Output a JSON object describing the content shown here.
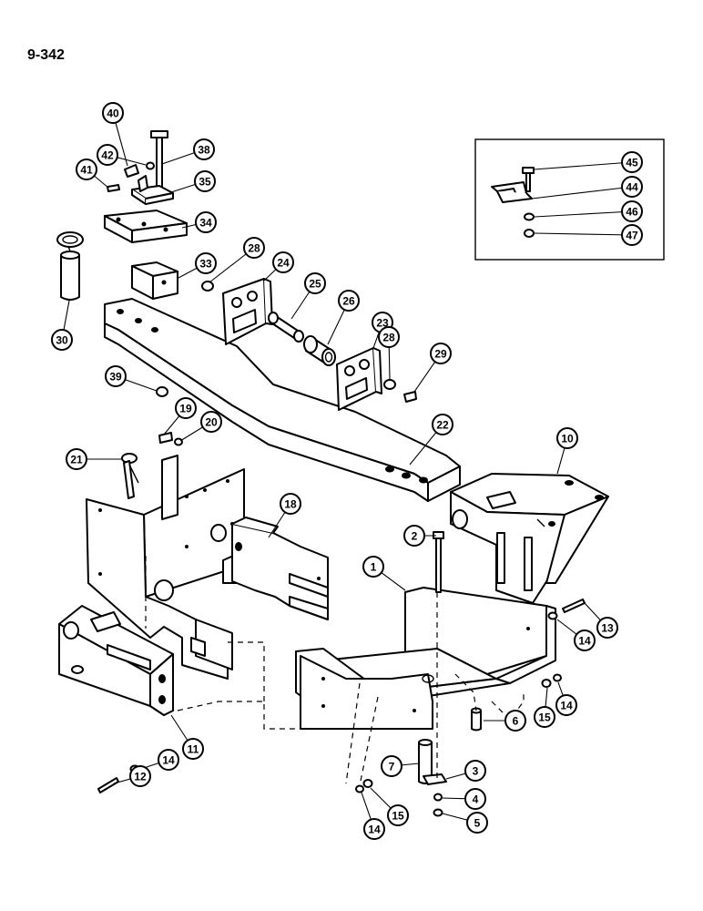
{
  "page_number": "9-342",
  "callouts": [
    {
      "label": "40"
    },
    {
      "label": "42"
    },
    {
      "label": "38"
    },
    {
      "label": "41"
    },
    {
      "label": "35"
    },
    {
      "label": "34"
    },
    {
      "label": "33"
    },
    {
      "label": "28"
    },
    {
      "label": "24"
    },
    {
      "label": "25"
    },
    {
      "label": "26"
    },
    {
      "label": "23"
    },
    {
      "label": "28"
    },
    {
      "label": "29"
    },
    {
      "label": "30"
    },
    {
      "label": "39"
    },
    {
      "label": "19"
    },
    {
      "label": "20"
    },
    {
      "label": "21"
    },
    {
      "label": "22"
    },
    {
      "label": "10"
    },
    {
      "label": "18"
    },
    {
      "label": "2"
    },
    {
      "label": "1"
    },
    {
      "label": "13"
    },
    {
      "label": "14"
    },
    {
      "label": "14"
    },
    {
      "label": "15"
    },
    {
      "label": "6"
    },
    {
      "label": "11"
    },
    {
      "label": "12"
    },
    {
      "label": "14"
    },
    {
      "label": "7"
    },
    {
      "label": "3"
    },
    {
      "label": "4"
    },
    {
      "label": "5"
    },
    {
      "label": "14"
    },
    {
      "label": "15"
    },
    {
      "label": "45"
    },
    {
      "label": "44"
    },
    {
      "label": "46"
    },
    {
      "label": "47"
    }
  ]
}
